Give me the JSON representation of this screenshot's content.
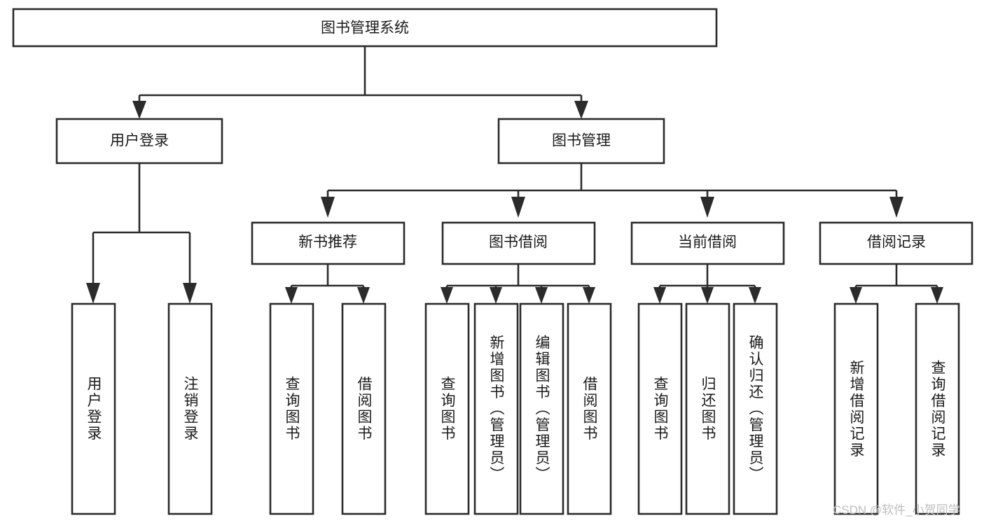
{
  "diagram": {
    "title_box": {
      "label": "图书管理系统"
    },
    "level2": [
      {
        "id": "user-login",
        "label": "用户登录"
      },
      {
        "id": "book-management",
        "label": "图书管理"
      }
    ],
    "level3": [
      {
        "id": "new-book-recommend",
        "label": "新书推荐"
      },
      {
        "id": "book-borrow",
        "label": "图书借阅"
      },
      {
        "id": "current-borrow",
        "label": "当前借阅"
      },
      {
        "id": "borrow-record",
        "label": "借阅记录"
      }
    ],
    "leaves": {
      "user_login": [
        {
          "id": "leaf-user-login",
          "label": "用户登录"
        },
        {
          "id": "leaf-logout-login",
          "label": "注销登录"
        }
      ],
      "new_book_recommend": [
        {
          "id": "leaf-query-book-1",
          "label": "查询图书"
        },
        {
          "id": "leaf-borrow-book-1",
          "label": "借阅图书"
        }
      ],
      "book_borrow": [
        {
          "id": "leaf-query-book-2",
          "label": "查询图书"
        },
        {
          "id": "leaf-add-book",
          "label": "新增图书（管理员）"
        },
        {
          "id": "leaf-edit-book",
          "label": "编辑图书（管理员）"
        },
        {
          "id": "leaf-borrow-book-2",
          "label": "借阅图书"
        }
      ],
      "current_borrow": [
        {
          "id": "leaf-query-book-3",
          "label": "查询图书"
        },
        {
          "id": "leaf-return-book",
          "label": "归还图书"
        },
        {
          "id": "leaf-confirm-return",
          "label": "确认归还（管理员）"
        }
      ],
      "borrow_record": [
        {
          "id": "leaf-add-borrow-record",
          "label": "新增借阅记录"
        },
        {
          "id": "leaf-query-borrow-record",
          "label": "查询借阅记录"
        }
      ]
    },
    "watermark": "CSDN @软件_小贺同学",
    "colors": {
      "stroke": "#2b2b2b",
      "fill": "#ffffff",
      "text": "#1a1a1a",
      "watermark": "#bdbdbd"
    }
  }
}
